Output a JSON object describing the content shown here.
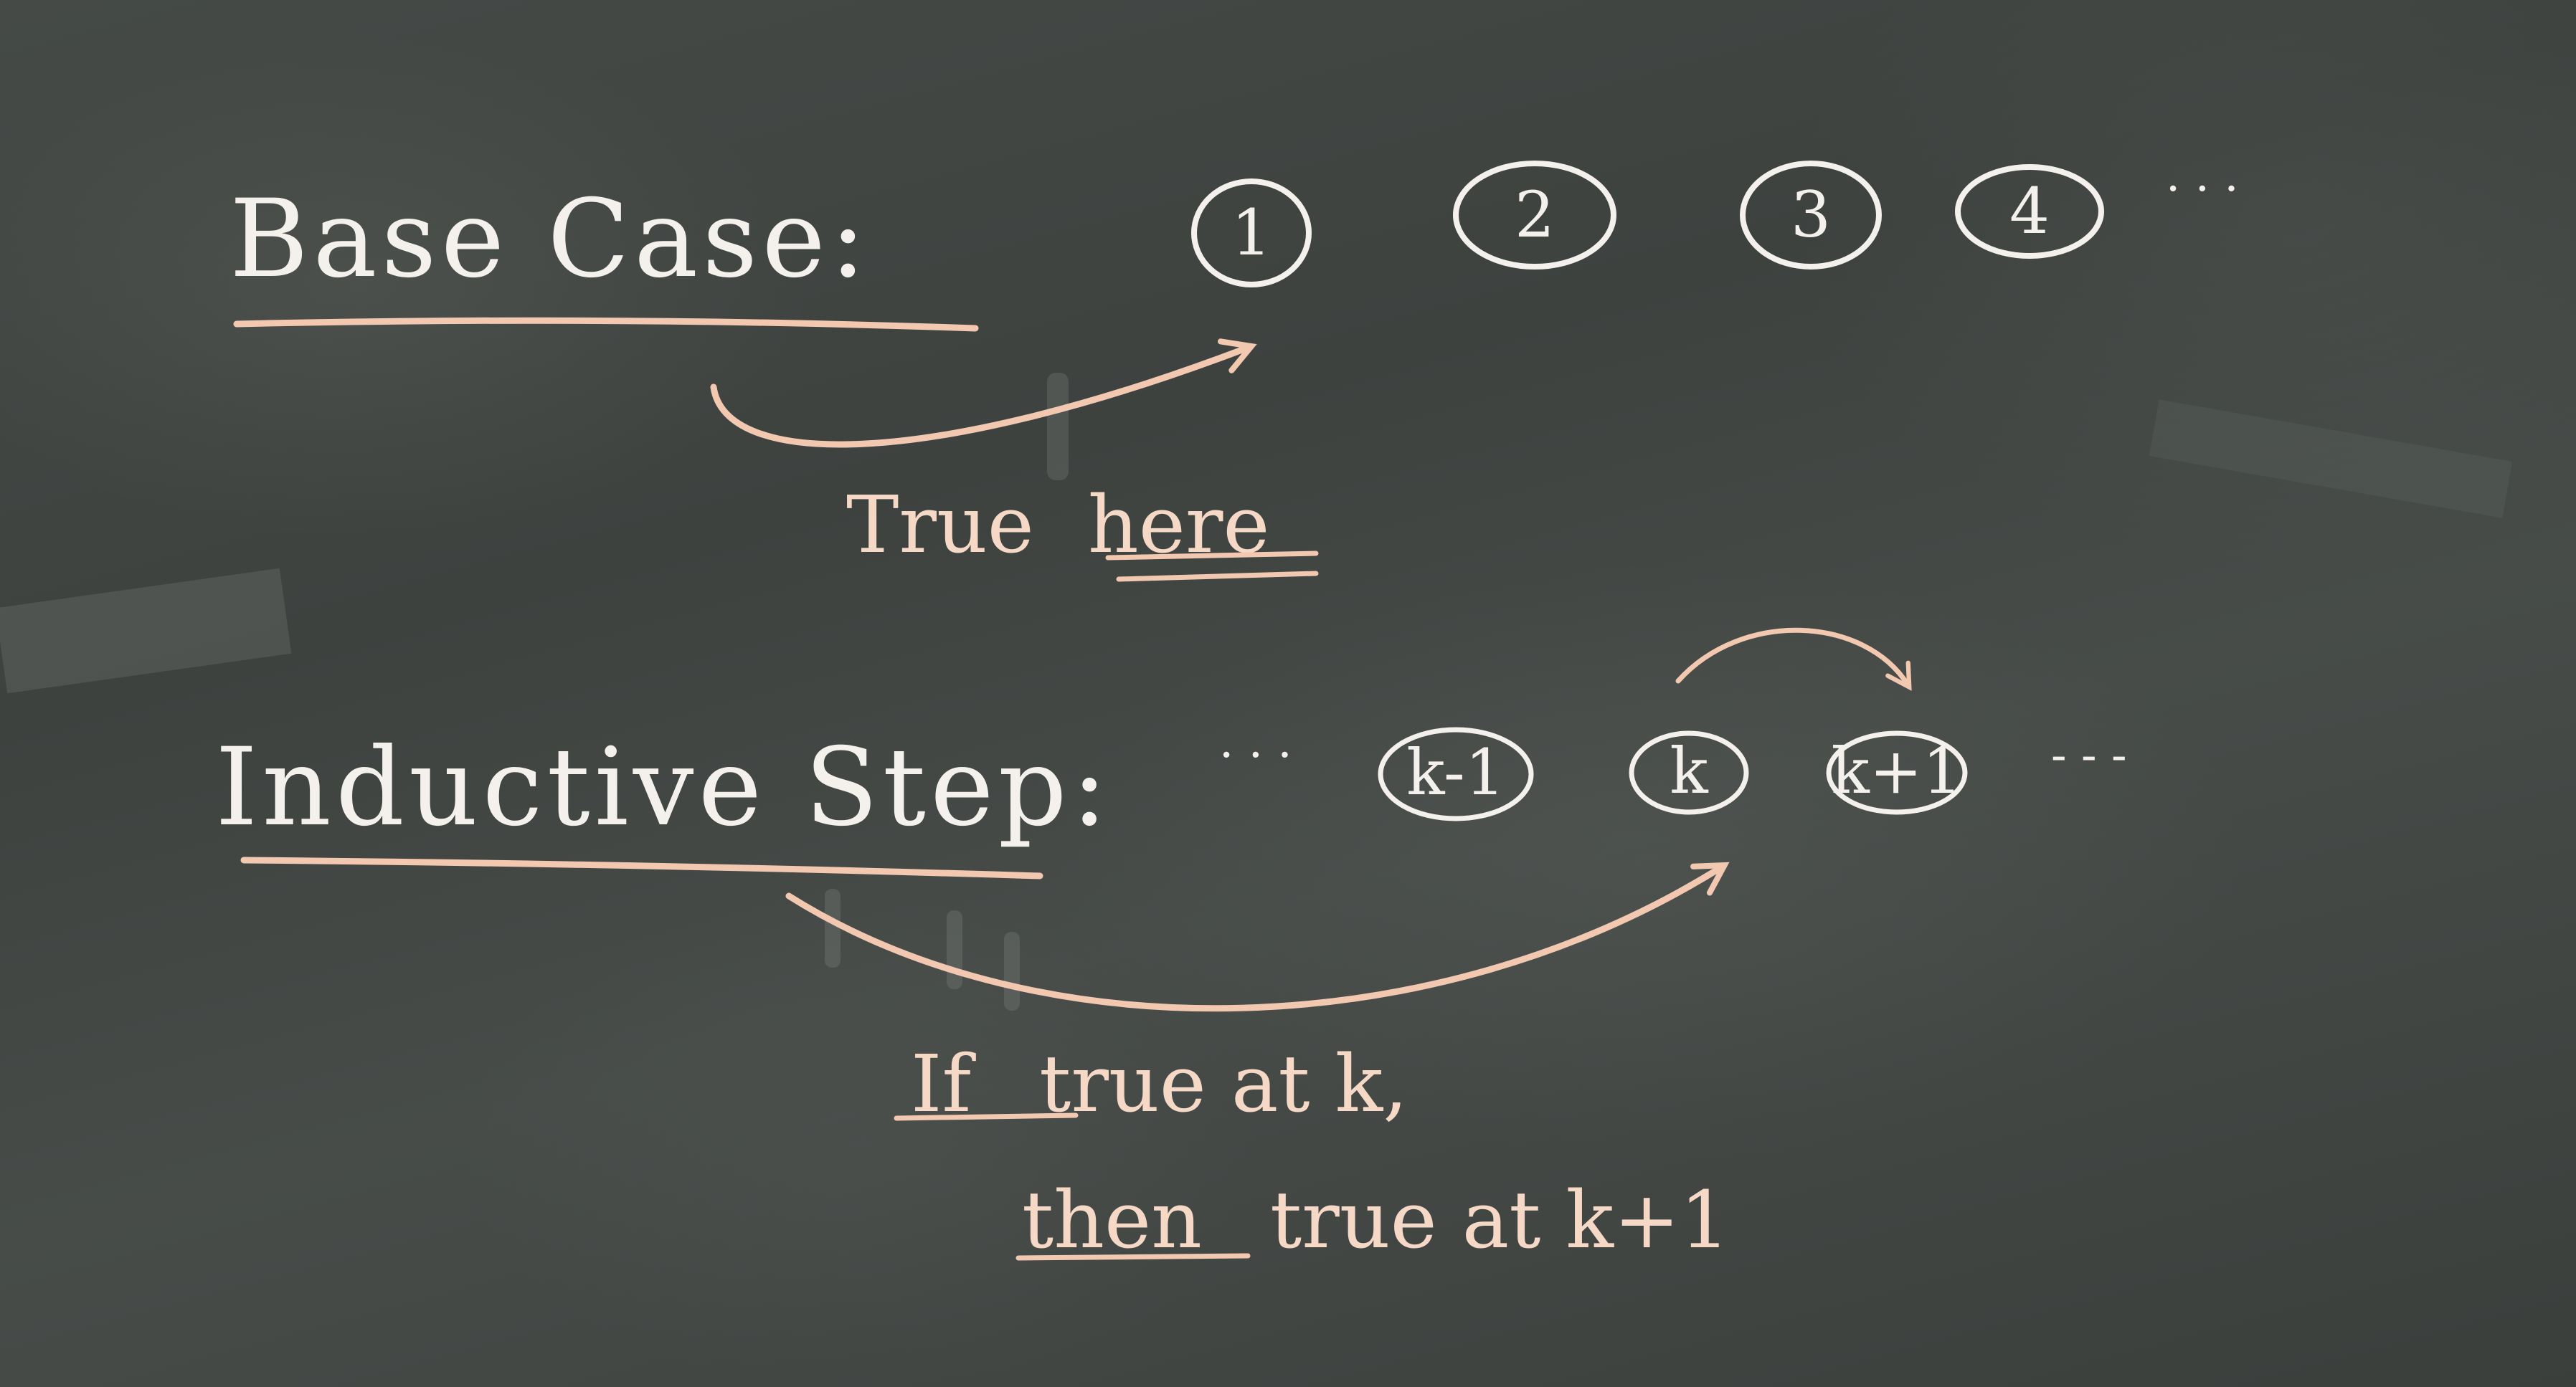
{
  "base_case": {
    "heading": "Base Case:",
    "nodes": [
      "1",
      "2",
      "3",
      "4"
    ],
    "trailing_dots": "· · ·",
    "annotation_prefix": "True",
    "annotation_emphasis": "here"
  },
  "inductive_step": {
    "heading": "Inductive Step:",
    "leading_dots": "· · ·",
    "nodes": [
      "k-1",
      "k",
      "k+1"
    ],
    "trailing_dots": "- - -",
    "line1_emphasis": "If",
    "line1_rest": "true at k,",
    "line2_emphasis": "then",
    "line2_rest": "true at k+1"
  },
  "colors": {
    "board": "#3f4340",
    "chalk_white": "#f4f1ec",
    "chalk_peach": "#f3c8b0"
  }
}
